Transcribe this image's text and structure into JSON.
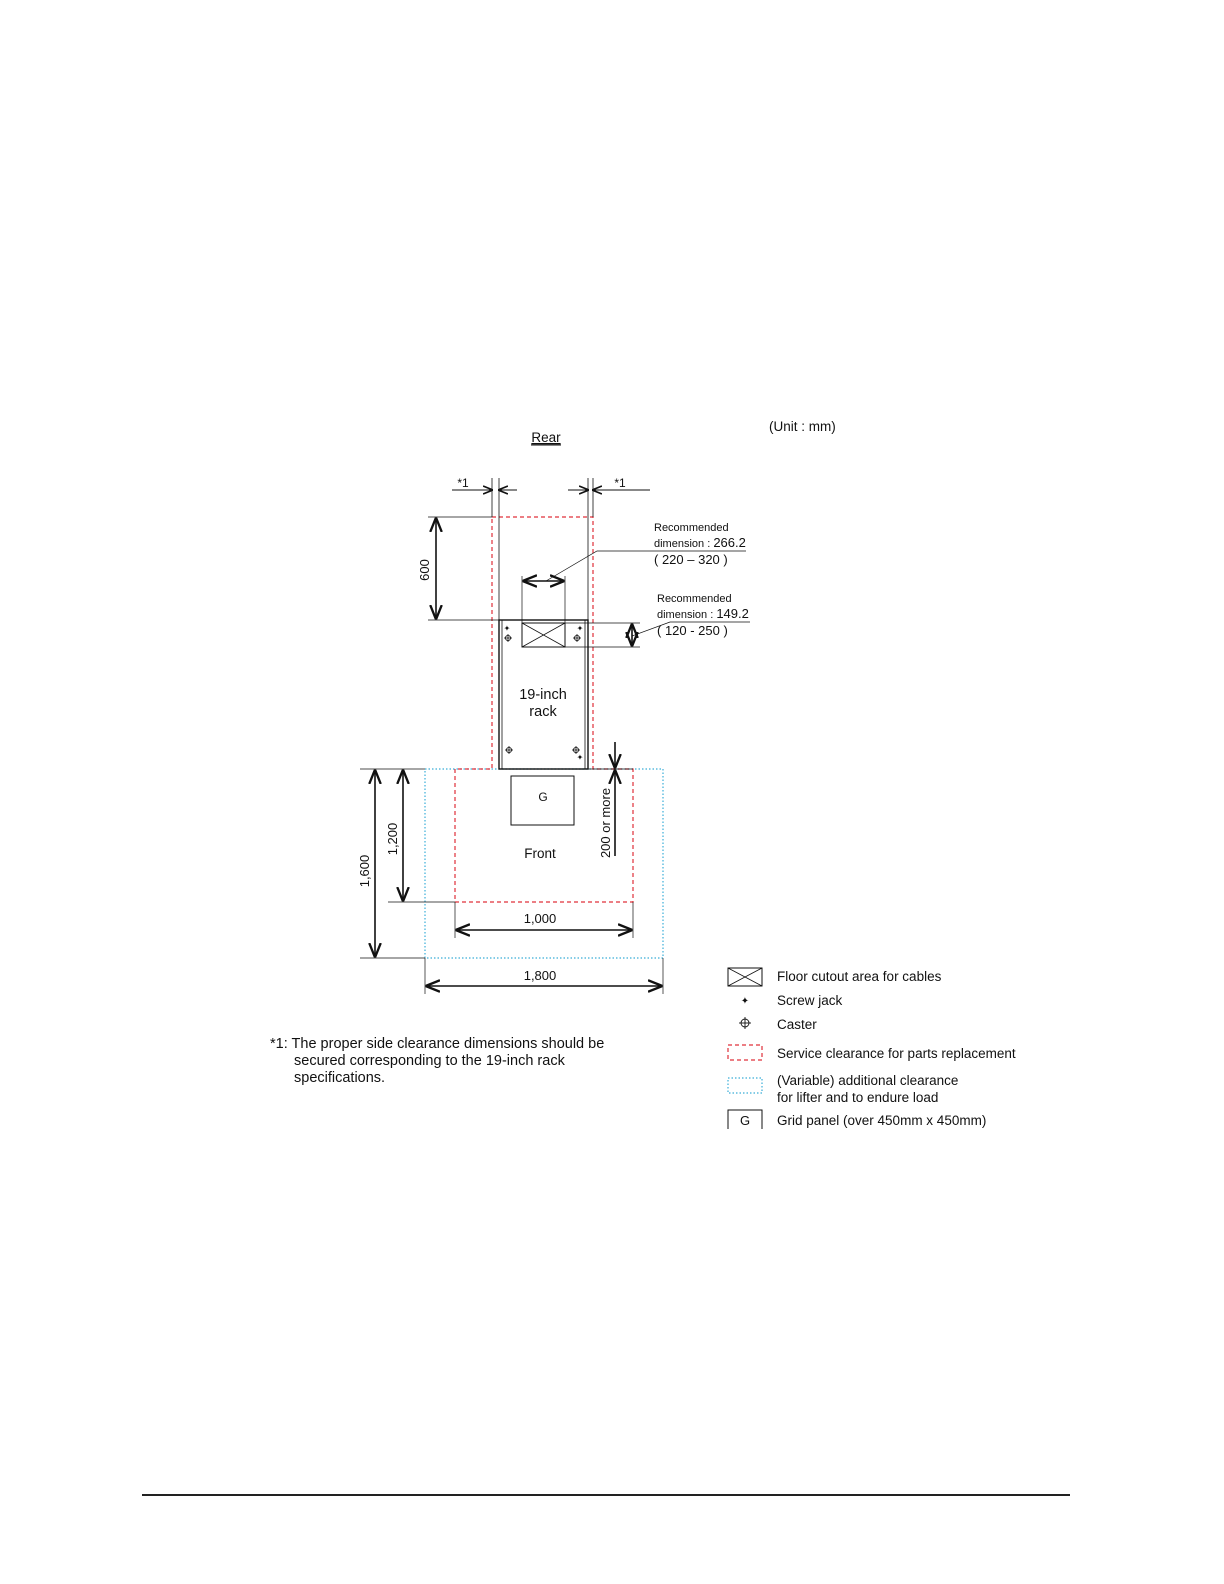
{
  "unit_label": "(Unit : mm)",
  "rear_label": "Rear",
  "front_label": "Front",
  "rack_label_line1": "19-inch",
  "rack_label_line2": "rack",
  "grid_panel_letter": "G",
  "side_clearance_marker": "*1",
  "dims": {
    "rear_depth": "600",
    "front_service": "1,200",
    "front_total": "1,600",
    "service_width": "1,000",
    "total_width": "1,800",
    "min_front_gap": "200 or more"
  },
  "callouts": {
    "cutout_width": {
      "line1": "Recommended",
      "line2_prefix": "dimension : ",
      "value": "266.2",
      "range": "( 220 – 320 )"
    },
    "cutout_depth": {
      "line1": "Recommended",
      "line2_prefix": "dimension : ",
      "value": "149.2",
      "range": "( 120 - 250 )"
    }
  },
  "footnote": {
    "marker": "*1:",
    "line1": "The proper side clearance dimensions should be",
    "line2": "secured corresponding to the 19-inch rack",
    "line3": "specifications."
  },
  "legend": {
    "cutout": "Floor cutout area for cables",
    "screw_jack": "Screw jack",
    "caster": "Caster",
    "service": "Service clearance for parts replacement",
    "additional_line1": "(Variable) additional clearance",
    "additional_line2": "for lifter and to endure load",
    "grid": "Grid panel (over 450mm x 450mm)",
    "grid_letter": "G"
  },
  "colors": {
    "service_clearance": "#e0303a",
    "additional_clearance": "#3aaed8",
    "line": "#111111"
  }
}
